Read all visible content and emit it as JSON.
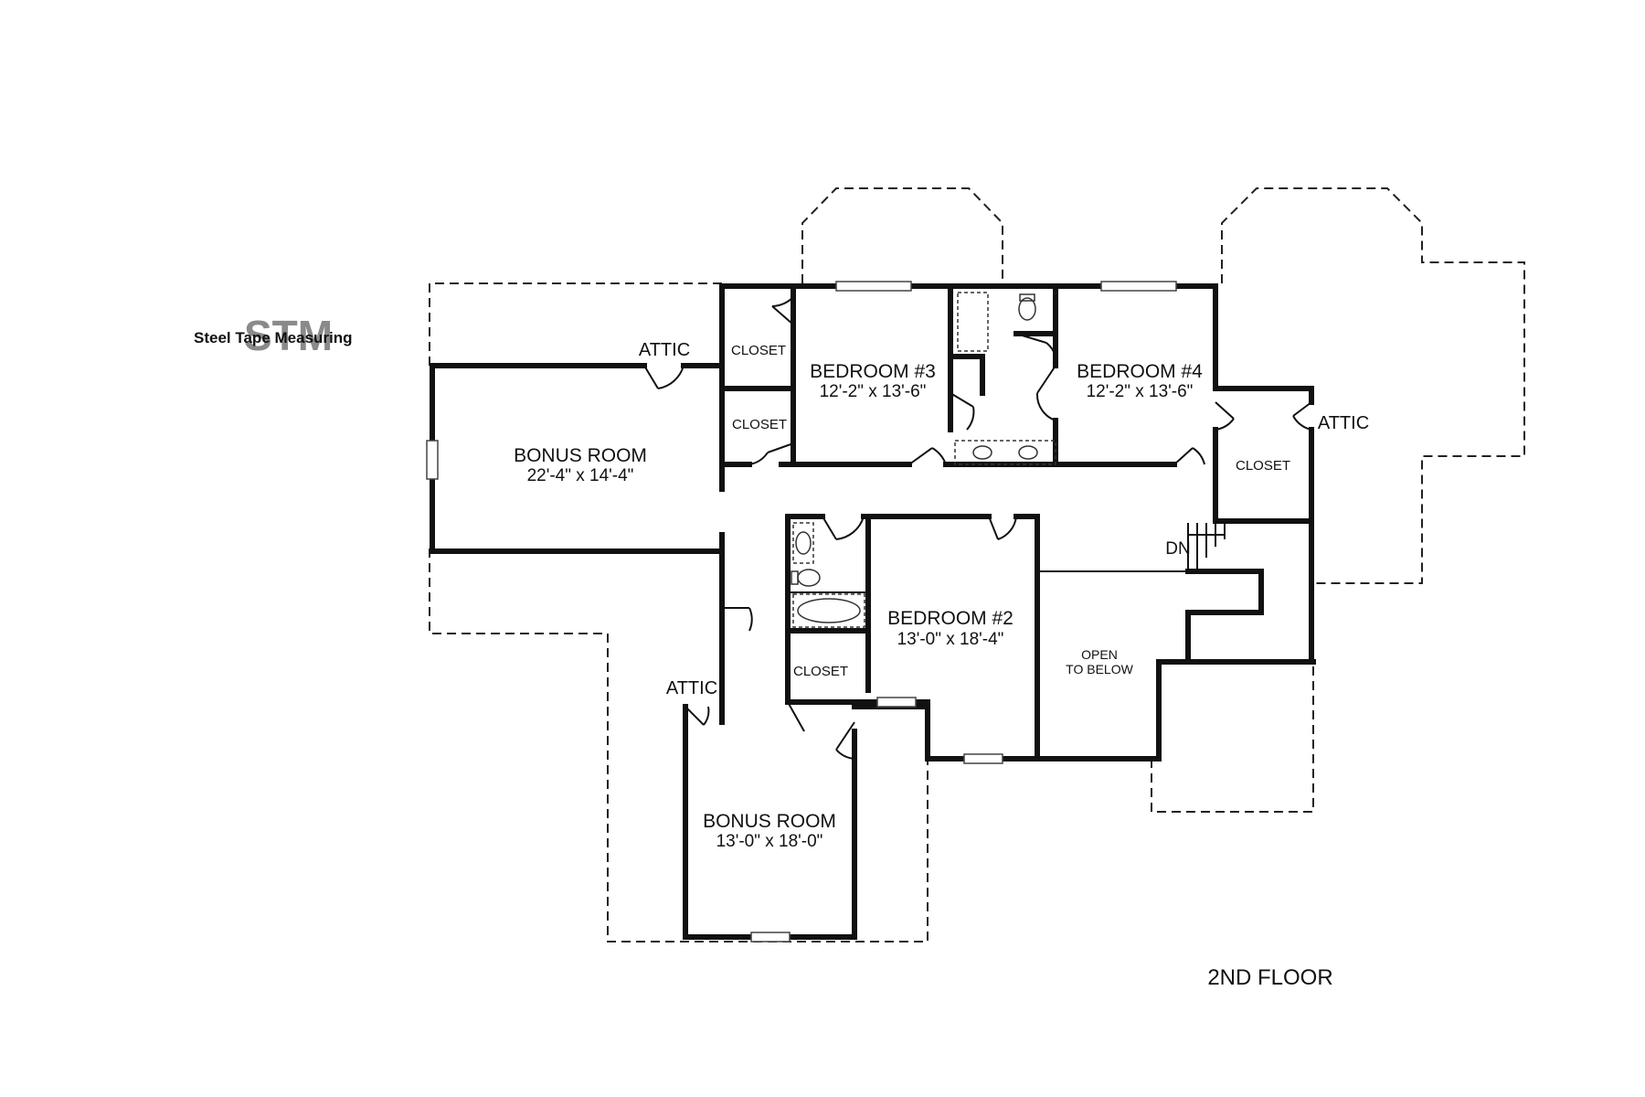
{
  "logo": {
    "company": "Steel Tape Measuring",
    "mark": "STM"
  },
  "floor_title": "2ND FLOOR",
  "rooms": {
    "bonus_room_west": {
      "name": "BONUS ROOM",
      "size": "22'-4\" x 14'-4\""
    },
    "bonus_room_south": {
      "name": "BONUS ROOM",
      "size": "13'-0\" x 18'-0\""
    },
    "bedroom_2": {
      "name": "BEDROOM #2",
      "size": "13'-0\" x 18'-4\""
    },
    "bedroom_3": {
      "name": "BEDROOM #3",
      "size": "12'-2\" x 13'-6\""
    },
    "bedroom_4": {
      "name": "BEDROOM #4",
      "size": "12'-2\" x 13'-6\""
    }
  },
  "closets": {
    "upper_left": "CLOSET",
    "middle_left": "CLOSET",
    "east": "CLOSET",
    "bedroom_2": "CLOSET"
  },
  "attics": {
    "north_west": "ATTIC",
    "east": "ATTIC",
    "south": "ATTIC"
  },
  "open_to_below": {
    "line1": "OPEN",
    "line2": "TO BELOW"
  },
  "stairs": {
    "label": "DN"
  }
}
